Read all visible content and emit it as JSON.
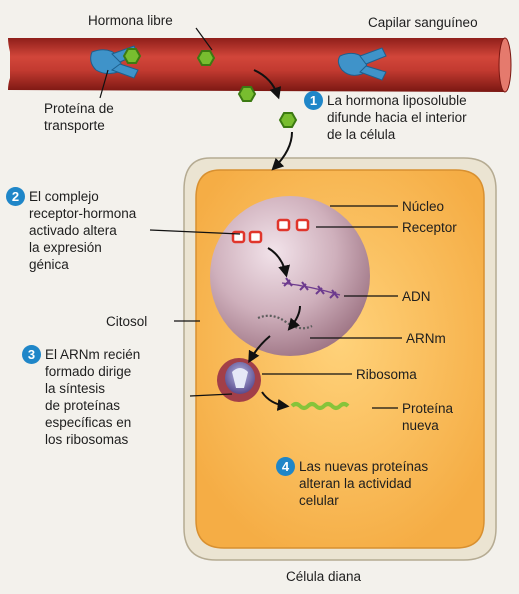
{
  "labels": {
    "free_hormone": "Hormona libre",
    "blood_capillary": "Capilar sanguíneo",
    "transport_protein": "Proteína de\ntransporte",
    "nucleus": "Núcleo",
    "receptor": "Receptor",
    "dna": "ADN",
    "cytosol": "Citosol",
    "mrna": "ARNm",
    "ribosome": "Ribosoma",
    "new_protein": "Proteína\nnueva",
    "target_cell": "Célula diana"
  },
  "steps": [
    {
      "num": "1",
      "text": "La hormona liposoluble\ndifunde hacia el interior\nde la célula"
    },
    {
      "num": "2",
      "text": "El complejo\nreceptor-hormona\nactivado altera\nla expresión\ngénica"
    },
    {
      "num": "3",
      "text": "El ARNm recién\nformado dirige\nla síntesis\nde proteínas\nespecíficas en\nlos ribosomas"
    },
    {
      "num": "4",
      "text": "Las nuevas proteínas\nalteran la actividad\ncelular"
    }
  ],
  "colors": {
    "capillary": "#c03b30",
    "cytoplasm": "#f7b85a",
    "membrane": "#ebe4d2",
    "nucleus": "#c7a8b3",
    "hormone": "#78bd2f",
    "transport_protein": "#3f93c9",
    "receptor": "#e0352b",
    "step_badge": "#1f86c8"
  }
}
